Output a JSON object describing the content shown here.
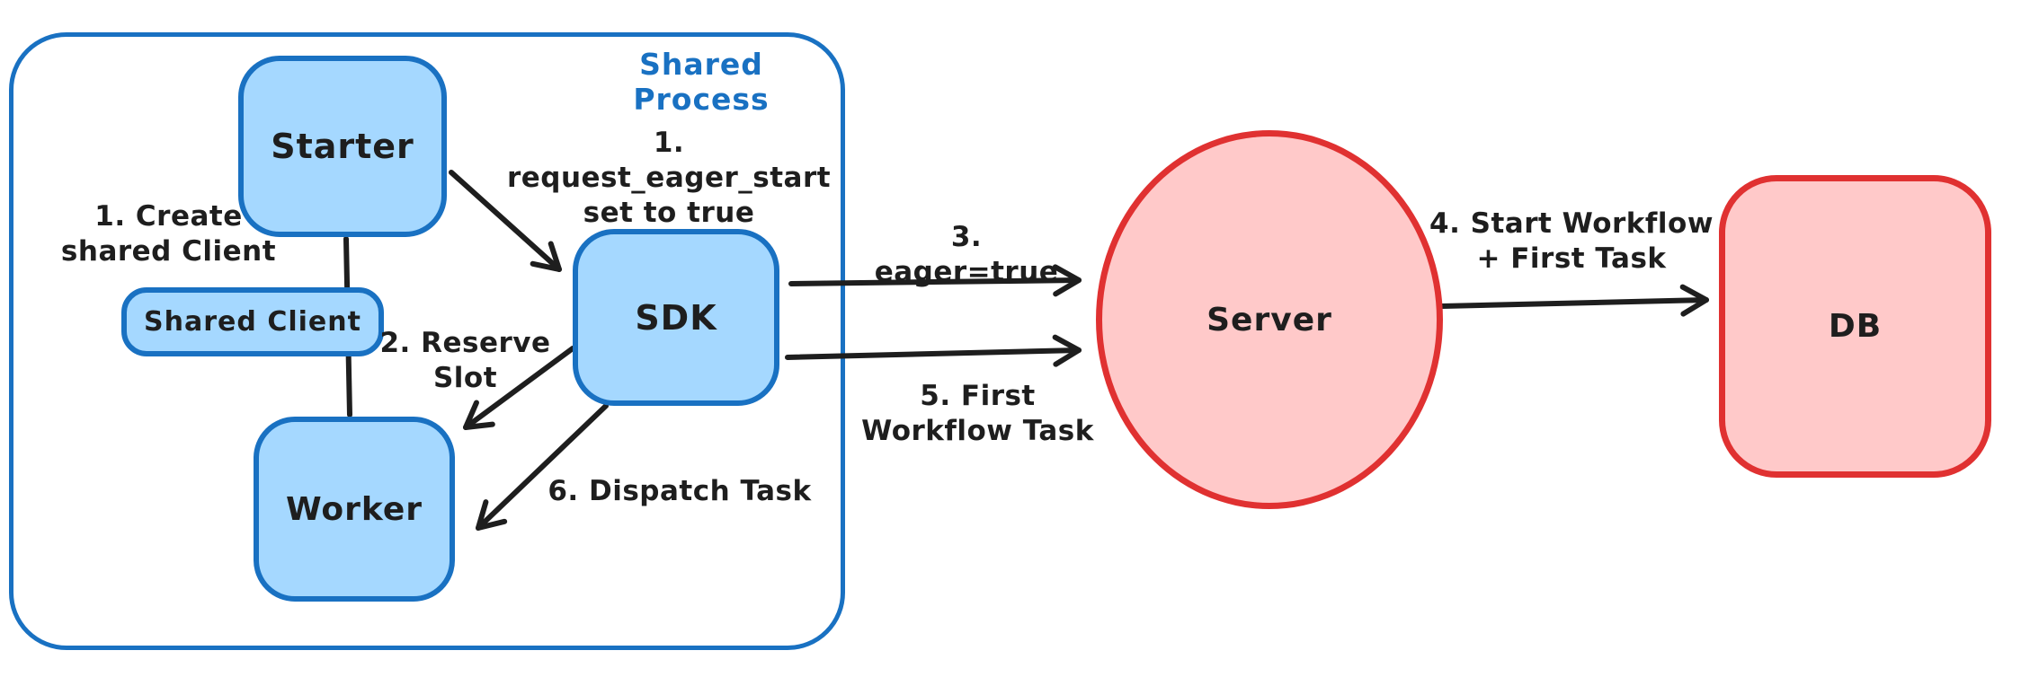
{
  "diagram": {
    "title": "Eager workflow start architecture diagram",
    "container": {
      "label": "Shared Process"
    },
    "nodes": {
      "starter": {
        "label": "Starter"
      },
      "shared_client": {
        "label": "Shared Client"
      },
      "worker": {
        "label": "Worker"
      },
      "sdk": {
        "label": "SDK"
      },
      "server": {
        "label": "Server"
      },
      "db": {
        "label": "DB"
      }
    },
    "annotations": {
      "create_shared_client": "1. Create\nshared Client",
      "request_eager_start": "1. request_eager_start\nset to true",
      "reserve_slot": "2. Reserve\nSlot",
      "eager_true": "3. eager=true",
      "start_workflow": "4. Start Workflow\n+ First Task",
      "first_workflow_task": "5. First\nWorkflow Task",
      "dispatch_task": "6. Dispatch Task"
    },
    "edges": [
      {
        "from": "starter",
        "to": "worker",
        "type": "line",
        "label": ""
      },
      {
        "from": "starter",
        "to": "sdk",
        "type": "arrow",
        "label": "1. request_eager_start set to true"
      },
      {
        "from": "sdk",
        "to": "worker",
        "type": "arrow",
        "label": "2. Reserve Slot"
      },
      {
        "from": "sdk",
        "to": "server",
        "type": "arrow",
        "label": "3. eager=true"
      },
      {
        "from": "server",
        "to": "db",
        "type": "arrow",
        "label": "4. Start Workflow + First Task"
      },
      {
        "from": "sdk",
        "to": "server",
        "type": "arrow",
        "label": "5. First Workflow Task"
      },
      {
        "from": "sdk",
        "to": "worker",
        "type": "arrow",
        "label": "6. Dispatch Task"
      }
    ]
  },
  "colors": {
    "blue_stroke": "#1971c2",
    "blue_fill": "#a5d8ff",
    "red_stroke": "#e03131",
    "red_fill": "#ffc9c9",
    "ink": "#1e1e1e",
    "bg": "#ffffff"
  }
}
